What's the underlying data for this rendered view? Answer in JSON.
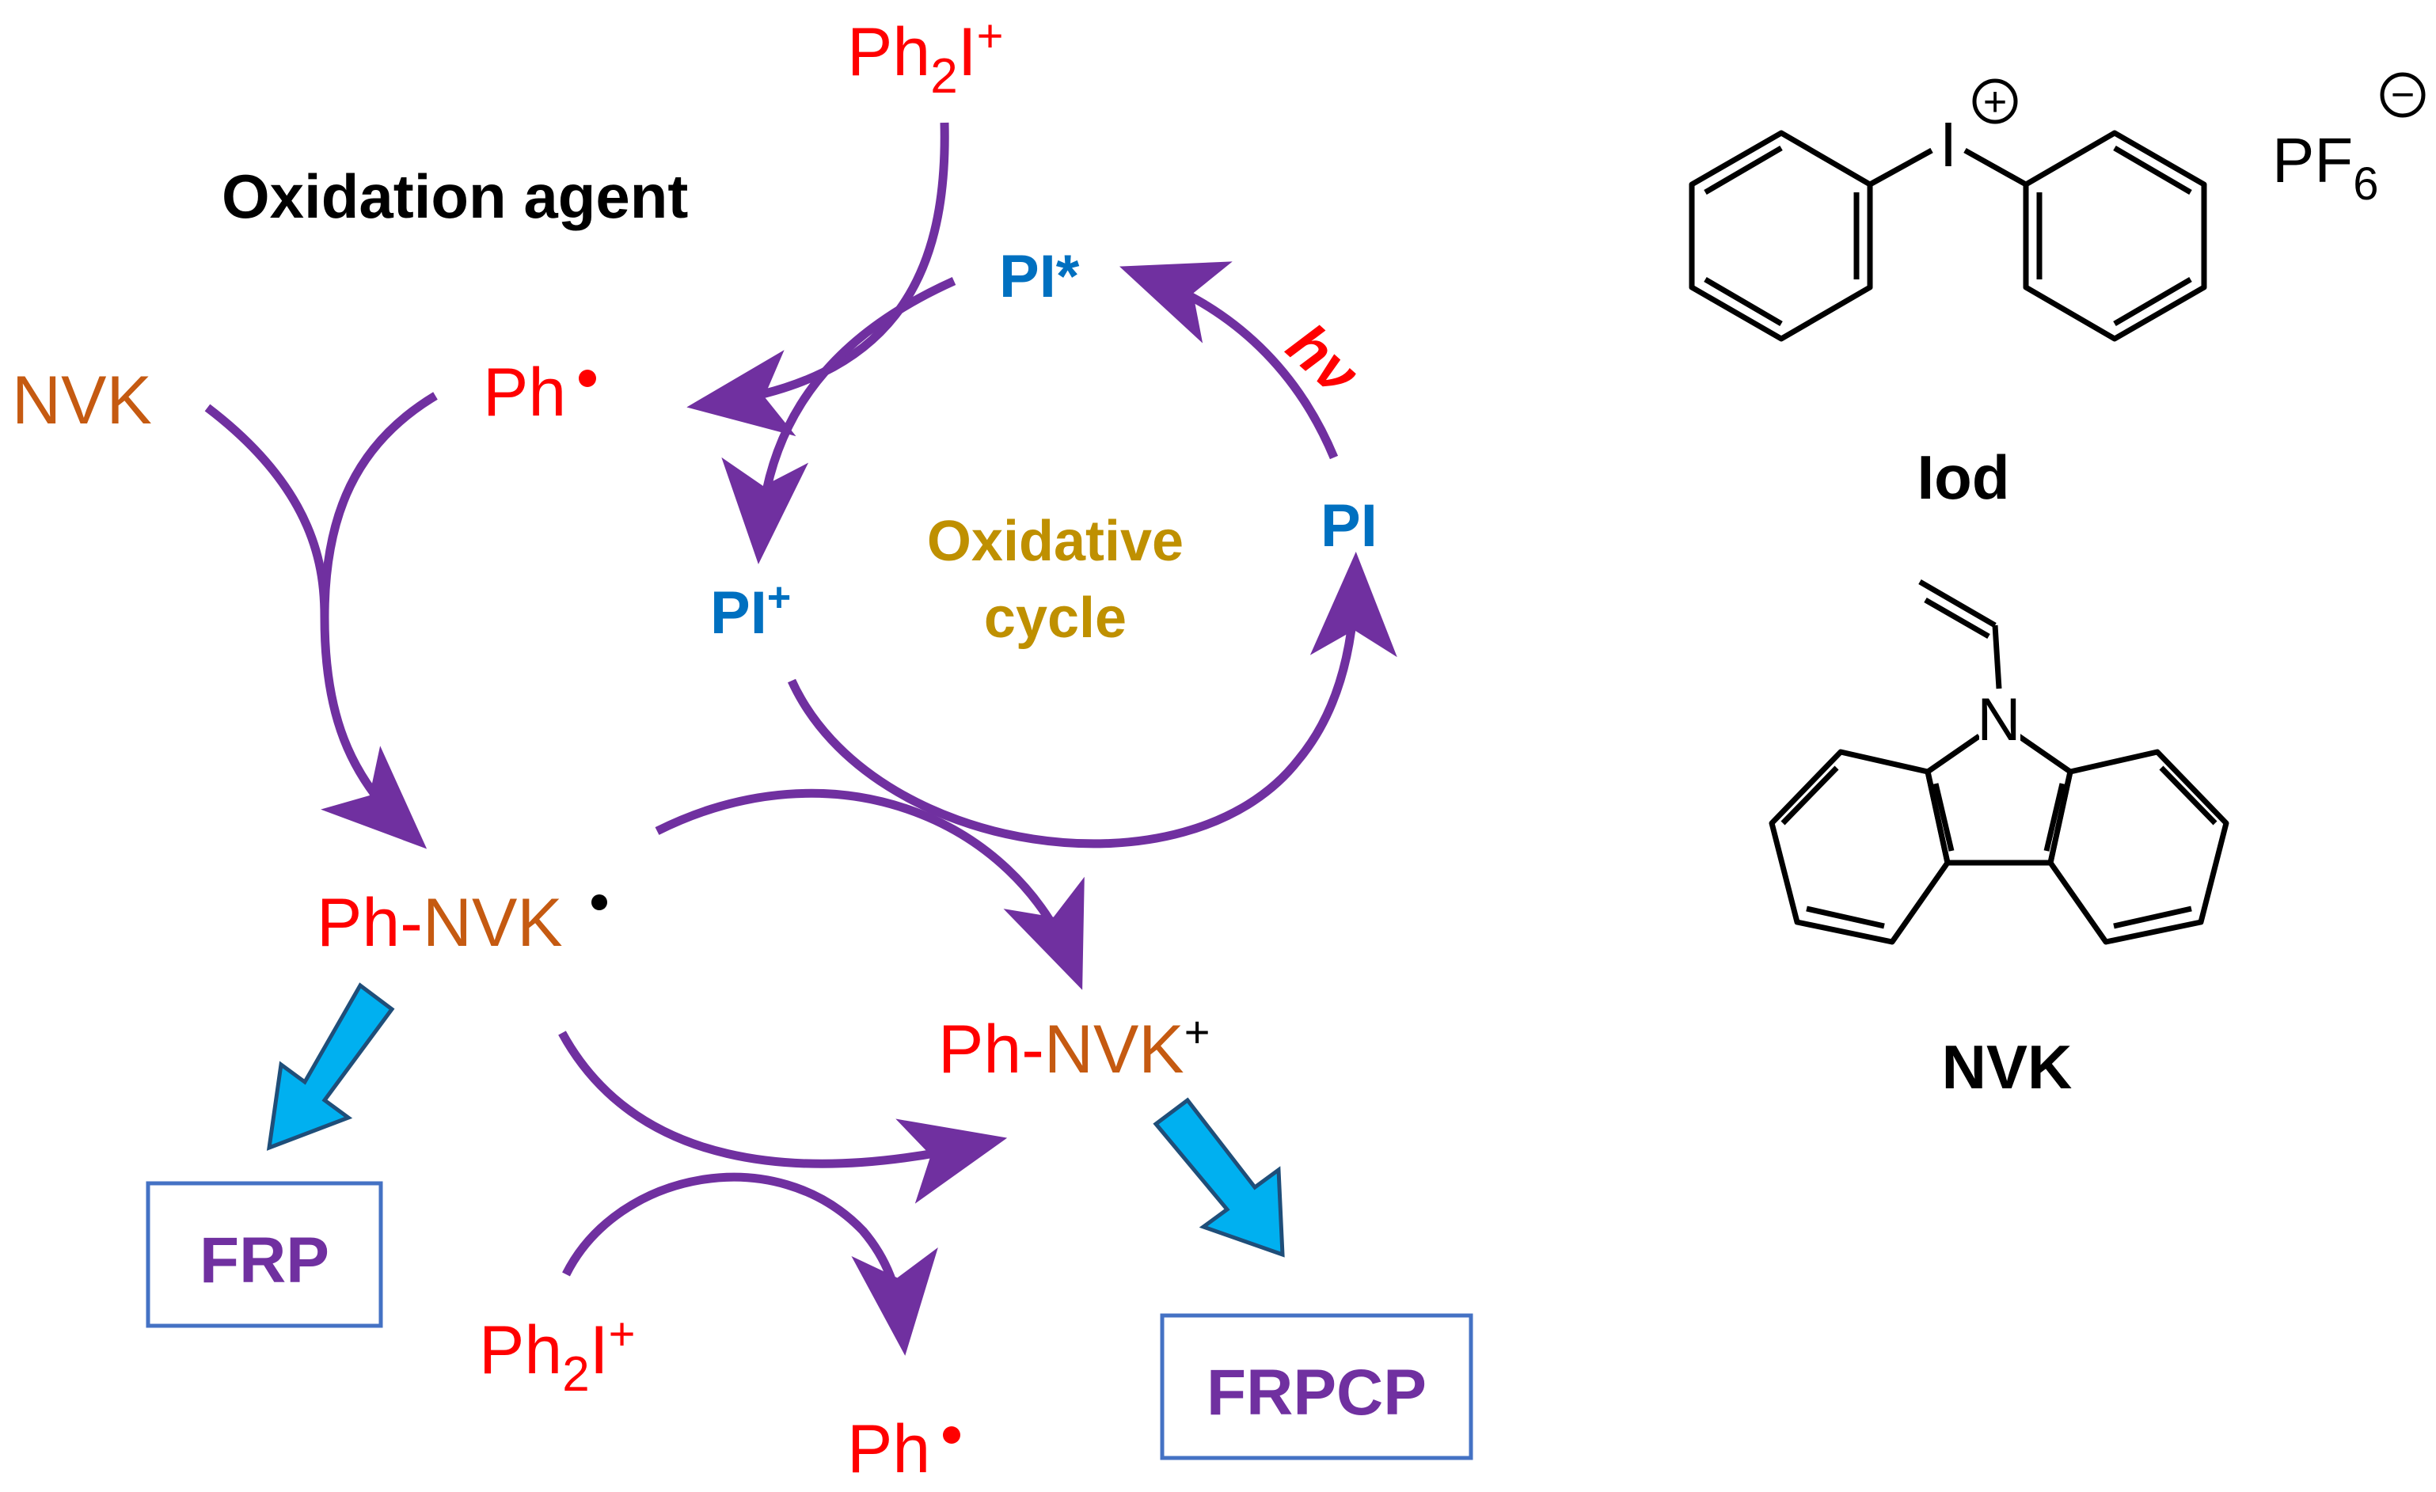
{
  "labels": {
    "oxidation_agent": "Oxidation agent",
    "nvk_reactant": "NVK",
    "ph2i_top_base": "Ph",
    "ph2i_top_sub": "2",
    "ph2i_top_i": "I",
    "ph2i_top_sup": "+",
    "ph_radical_top": "Ph",
    "pi_excited": "PI*",
    "pi_ground": "PI",
    "pi_cation_base": "PI",
    "pi_cation_sup": "+",
    "hv": "hν",
    "cycle_line1": "Oxidative",
    "cycle_line2": "cycle",
    "ph_nvk_radical_ph": "Ph-",
    "ph_nvk_radical_nvk": "NVK",
    "ph_nvk_cation_ph": "Ph-",
    "ph_nvk_cation_nvk": "NVK",
    "ph_nvk_cation_sup": "+",
    "ph2i_bottom_base": "Ph",
    "ph2i_bottom_sub": "2",
    "ph2i_bottom_i": "I",
    "ph2i_bottom_sup": "+",
    "ph_radical_bottom": "Ph",
    "frp": "FRP",
    "frpcp": "FRPCP"
  },
  "structures": {
    "iod": {
      "name": "Iod",
      "atom_i": "I",
      "charge": "+",
      "counterion_base": "PF",
      "counterion_sub": "6",
      "counterion_charge": "−"
    },
    "nvk": {
      "name": "NVK",
      "atom_n": "N"
    }
  },
  "colors": {
    "arrow": "#7030a0",
    "red": "#ff0000",
    "nvk_brown": "#c55a11",
    "pi_blue": "#0070c0",
    "cycle_gold": "#bf9000",
    "box_border": "#4472c4",
    "box_text": "#7030a0",
    "block_arrow_fill": "#00b0f0",
    "block_arrow_stroke": "#1f4e79",
    "black": "#000000"
  }
}
